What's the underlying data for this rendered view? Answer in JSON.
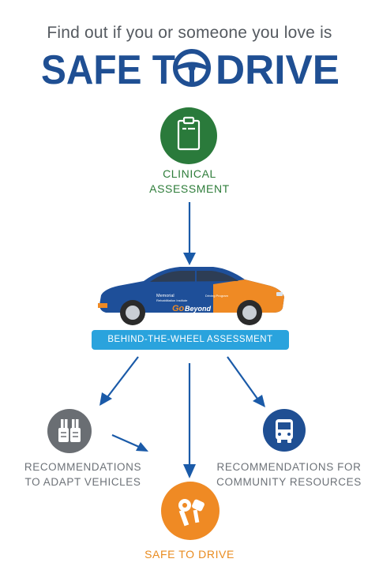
{
  "header": {
    "tagline": "Find out if you or someone you love is",
    "title_part1": "SAFE T",
    "title_part2": "DRIVE"
  },
  "steps": {
    "clinical": {
      "line1": "CLINICAL",
      "line2": "ASSESSMENT",
      "icon": "clipboard-icon",
      "color": "#2a7a3b"
    },
    "behind_wheel": {
      "label": "BEHIND-THE-WHEEL ASSESSMENT",
      "color": "#2aa3dd"
    },
    "adapt": {
      "line1": "RECOMMENDATIONS",
      "line2": "TO ADAPT VEHICLES",
      "icon": "hand-controls-icon",
      "color": "#6a6e73"
    },
    "community": {
      "line1": "RECOMMENDATIONS FOR",
      "line2": "COMMUNITY RESOURCES",
      "icon": "bus-icon",
      "color": "#1f4f93"
    },
    "safe": {
      "label": "SAFE TO DRIVE",
      "icon": "keys-icon",
      "color": "#e98b1f"
    }
  },
  "car": {
    "brand_line1": "Memorial",
    "brand_line2": "Rehabilitation Institute",
    "program": "Driving Program",
    "slogan_go": "Go",
    "slogan_beyond": "Beyond"
  },
  "colors": {
    "navy": "#1f4f93",
    "arrow": "#1a5aa8",
    "gray_text": "#6d7278"
  }
}
